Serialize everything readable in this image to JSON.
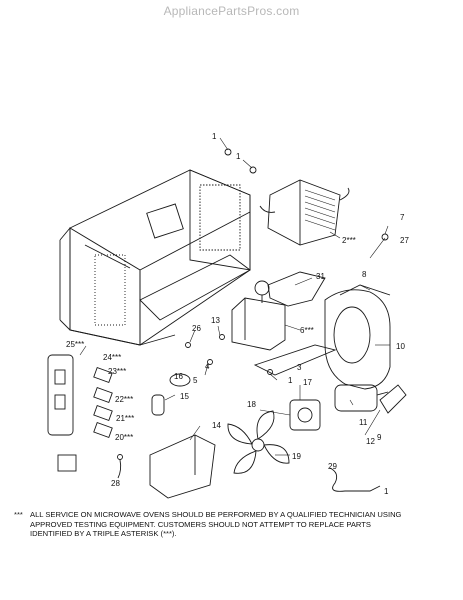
{
  "watermark": "AppliancePartsPros.com",
  "callouts": {
    "c1a": "1",
    "c1b": "1",
    "c1c": "1",
    "c1d": "1",
    "c2": "2***",
    "c3": "3",
    "c4": "4",
    "c5": "5",
    "c6": "6***",
    "c7": "7",
    "c8": "8",
    "c9": "9",
    "c10": "10",
    "c11": "11",
    "c12": "12",
    "c13": "13",
    "c14": "14",
    "c15": "15",
    "c16": "16",
    "c17": "17",
    "c18": "18",
    "c19": "19",
    "c20": "20***",
    "c21": "21***",
    "c22": "22***",
    "c23": "23***",
    "c24": "24***",
    "c25": "25***",
    "c26": "26",
    "c27": "27",
    "c28": "28",
    "c29": "29",
    "c31": "31"
  },
  "footnote": {
    "stars": "***",
    "line1": "ALL SERVICE ON MICROWAVE OVENS SHOULD BE PERFORMED BY A QUALIFIED TECHNICIAN USING",
    "line2": "APPROVED TESTING EQUIPMENT.  CUSTOMERS SHOULD NOT ATTEMPT TO REPLACE PARTS",
    "line3": "IDENTIFIED BY A TRIPLE ASTERISK (***)."
  }
}
